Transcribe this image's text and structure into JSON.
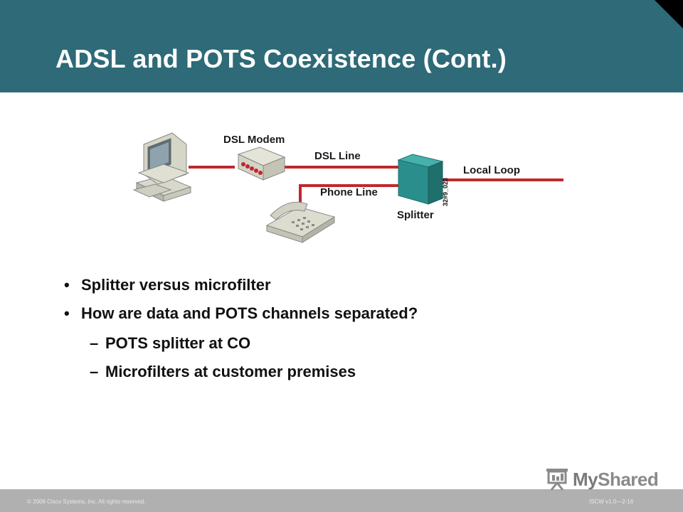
{
  "slide": {
    "title": "ADSL and POTS Coexistence (Cont.)"
  },
  "diagram": {
    "labels": {
      "dsl_modem": "DSL Modem",
      "dsl_line": "DSL Line",
      "local_loop": "Local Loop",
      "phone_line": "Phone Line",
      "splitter": "Splitter",
      "figure_code": "32#9_023"
    },
    "icons": [
      "pc-icon",
      "dsl-modem-icon",
      "splitter-icon",
      "telephone-icon"
    ],
    "colors": {
      "line": "#c0272d",
      "splitter": "#2a8f8c"
    }
  },
  "bullets": [
    {
      "level": 1,
      "marker": "•",
      "text": "Splitter versus microfilter"
    },
    {
      "level": 1,
      "marker": "•",
      "text": "How are data and POTS channels separated?"
    },
    {
      "level": 2,
      "marker": "–",
      "text": "POTS splitter at CO"
    },
    {
      "level": 2,
      "marker": "–",
      "text": "Microfilters at customer premises"
    }
  ],
  "footer": {
    "copyright": "© 2006 Cisco Systems, Inc. All rights reserved.",
    "course_id": "ISCW v1.0—2-16",
    "logo_text_my": "My",
    "logo_text_shared": "Shared"
  },
  "theme": {
    "header": "#2e6a78",
    "footer": "#b0b0b0"
  }
}
